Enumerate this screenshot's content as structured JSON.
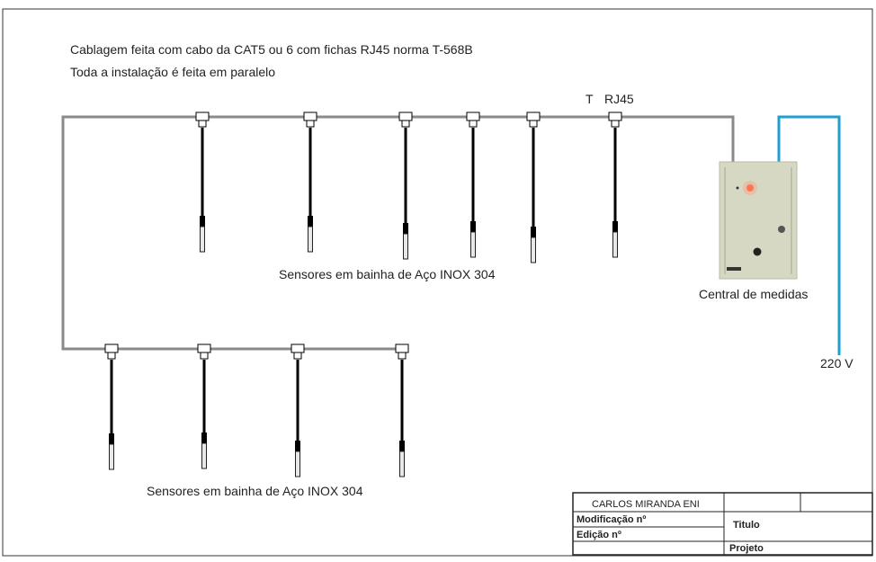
{
  "notes": {
    "line1": "Cablagem feita com cabo da CAT5 ou 6 com fichas RJ45 norma T-568B",
    "line2": "Toda a instalação é feita  em  paralelo"
  },
  "connector_label": {
    "t": "T",
    "rj45": "RJ45"
  },
  "sensor_labels": {
    "top": "Sensores em bainha de  Aço INOX 304",
    "bottom": "Sensores em bainha de  Aço INOX 304"
  },
  "central_label": "Central de medidas",
  "power_label": "220 V",
  "colors": {
    "bus": "#8a8a8a",
    "power": "#1e9fd0",
    "box": "#d6d8c4"
  },
  "title_block": {
    "author": "CARLOS MIRANDA ENI",
    "modification": "Modificação nº",
    "edition": "Edição nº",
    "title": "Titulo",
    "project": "Projeto"
  }
}
